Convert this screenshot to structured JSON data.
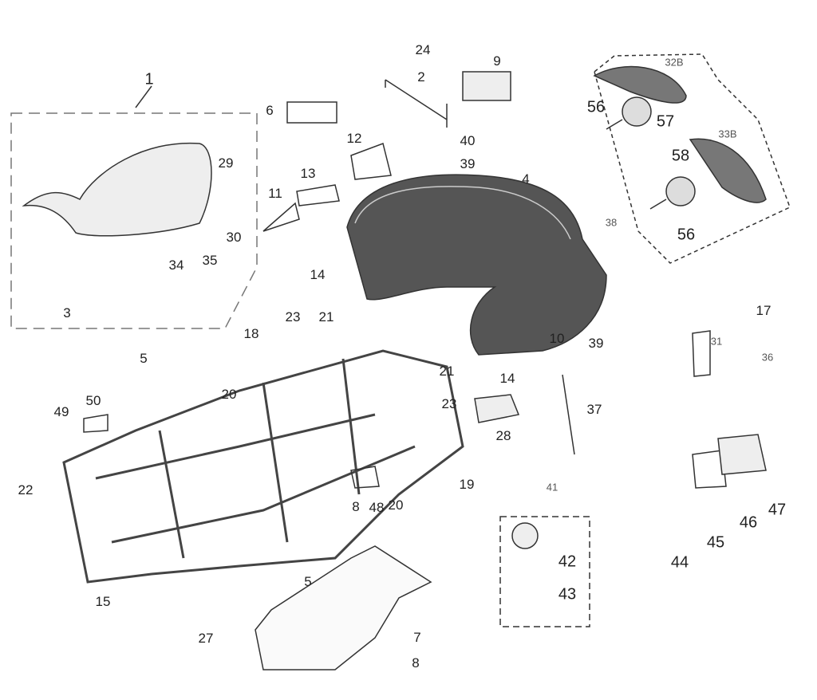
{
  "callouts": [
    "1",
    "24",
    "2",
    "9",
    "6",
    "12",
    "40",
    "39",
    "4",
    "13",
    "11",
    "29",
    "30",
    "35",
    "34",
    "3",
    "14",
    "38",
    "10",
    "39",
    "14",
    "17",
    "31",
    "36",
    "23",
    "21",
    "18",
    "20",
    "21",
    "23",
    "37",
    "28",
    "5",
    "50",
    "49",
    "22",
    "15",
    "8",
    "48",
    "20",
    "19",
    "41",
    "42",
    "43",
    "44",
    "45",
    "46",
    "47",
    "5",
    "27",
    "7",
    "8",
    "56",
    "57",
    "32B",
    "33B",
    "58",
    "56"
  ],
  "colors": {
    "line": "#333333",
    "dash": "#555555",
    "part_fill": "#e8e8e8"
  }
}
